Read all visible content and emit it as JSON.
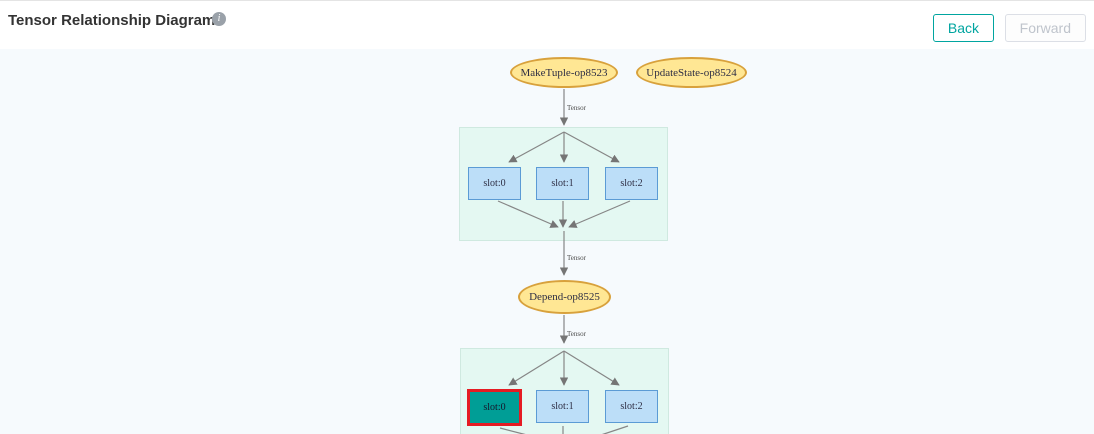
{
  "header": {
    "title": "Tensor Relationship Diagram",
    "info_glyph": "i",
    "back_label": "Back",
    "forward_label": "Forward"
  },
  "diagram": {
    "nodes": {
      "maketuple": {
        "label": "MakeTuple-op8523"
      },
      "updatestate": {
        "label": "UpdateState-op8524"
      },
      "depend": {
        "label": "Depend-op8525"
      }
    },
    "groups": [
      {
        "slots": [
          "slot:0",
          "slot:1",
          "slot:2"
        ]
      },
      {
        "slots": [
          "slot:0",
          "slot:1",
          "slot:2"
        ],
        "selected": "slot:0"
      }
    ],
    "edge_labels": [
      "Tensor",
      "Tensor",
      "Tensor"
    ]
  },
  "colors": {
    "accent_teal": "#00a5a0",
    "node_fill": "#ffe794",
    "node_border": "#d8a13c",
    "slot_fill": "#bcdef8",
    "slot_border": "#5b9bd5",
    "group_fill": "#e4f8f2",
    "selected_slot_fill": "#009e96",
    "selected_slot_border": "#e51c23",
    "edge": "#868686"
  }
}
